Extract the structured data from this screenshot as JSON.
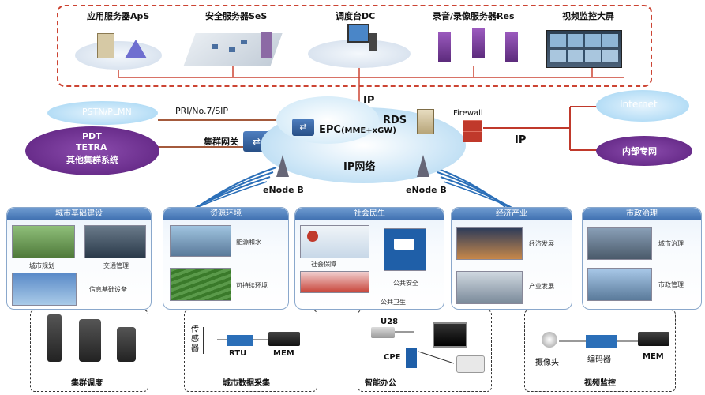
{
  "servers": [
    {
      "label": "应用服务器ApS"
    },
    {
      "label": "安全服务器SeS"
    },
    {
      "label": "调度台DC"
    },
    {
      "label": "录音/录像服务器Res"
    },
    {
      "label": "视频监控大屏"
    }
  ],
  "network": {
    "ip_top": "IP",
    "pstn": "PSTN/PLMN",
    "pri": "PRI/No.7/SIP",
    "pdt_lines": [
      "PDT",
      "TETRA",
      "其他集群系统"
    ],
    "gateway": "集群网关",
    "epc": "EPC",
    "epc_sub": "(MME+xGW)",
    "rds": "RDS",
    "firewall": "Firewall",
    "ip_right": "IP",
    "internet": "Internet",
    "intranet": "内部专网",
    "ip_network": "IP网络",
    "enode_left": "eNode B",
    "enode_right": "eNode B"
  },
  "panels": [
    {
      "title": "城市基础建设",
      "items": [
        "城市规划",
        "交通管理",
        "信息基础设备"
      ]
    },
    {
      "title": "资源环境",
      "items": [
        "能源和水",
        "可持续环境"
      ]
    },
    {
      "title": "社会民生",
      "items": [
        "社会保障",
        "公共安全",
        "公共卫生"
      ]
    },
    {
      "title": "经济产业",
      "items": [
        "经济发展",
        "产业发展"
      ]
    },
    {
      "title": "市政治理",
      "items": [
        "城市治理",
        "市政管理"
      ]
    }
  ],
  "bottom": {
    "trunk": "集群调度",
    "sensor": "传感器",
    "rtu": "RTU",
    "mem1": "MEM",
    "data_collect": "城市数据采集",
    "u28": "U28",
    "cpe": "CPE",
    "office": "智能办公",
    "camera": "摄像头",
    "encoder": "编码器",
    "mem2": "MEM",
    "video": "视频监控"
  },
  "colors": {
    "dashed_red": "#cc4433",
    "cloud_blue": "#bfe3f8",
    "cloud_purple": "#6a2c8c",
    "panel_header": "#4a78b8",
    "line_brown": "#a45a3c",
    "line_red": "#c0392b"
  }
}
